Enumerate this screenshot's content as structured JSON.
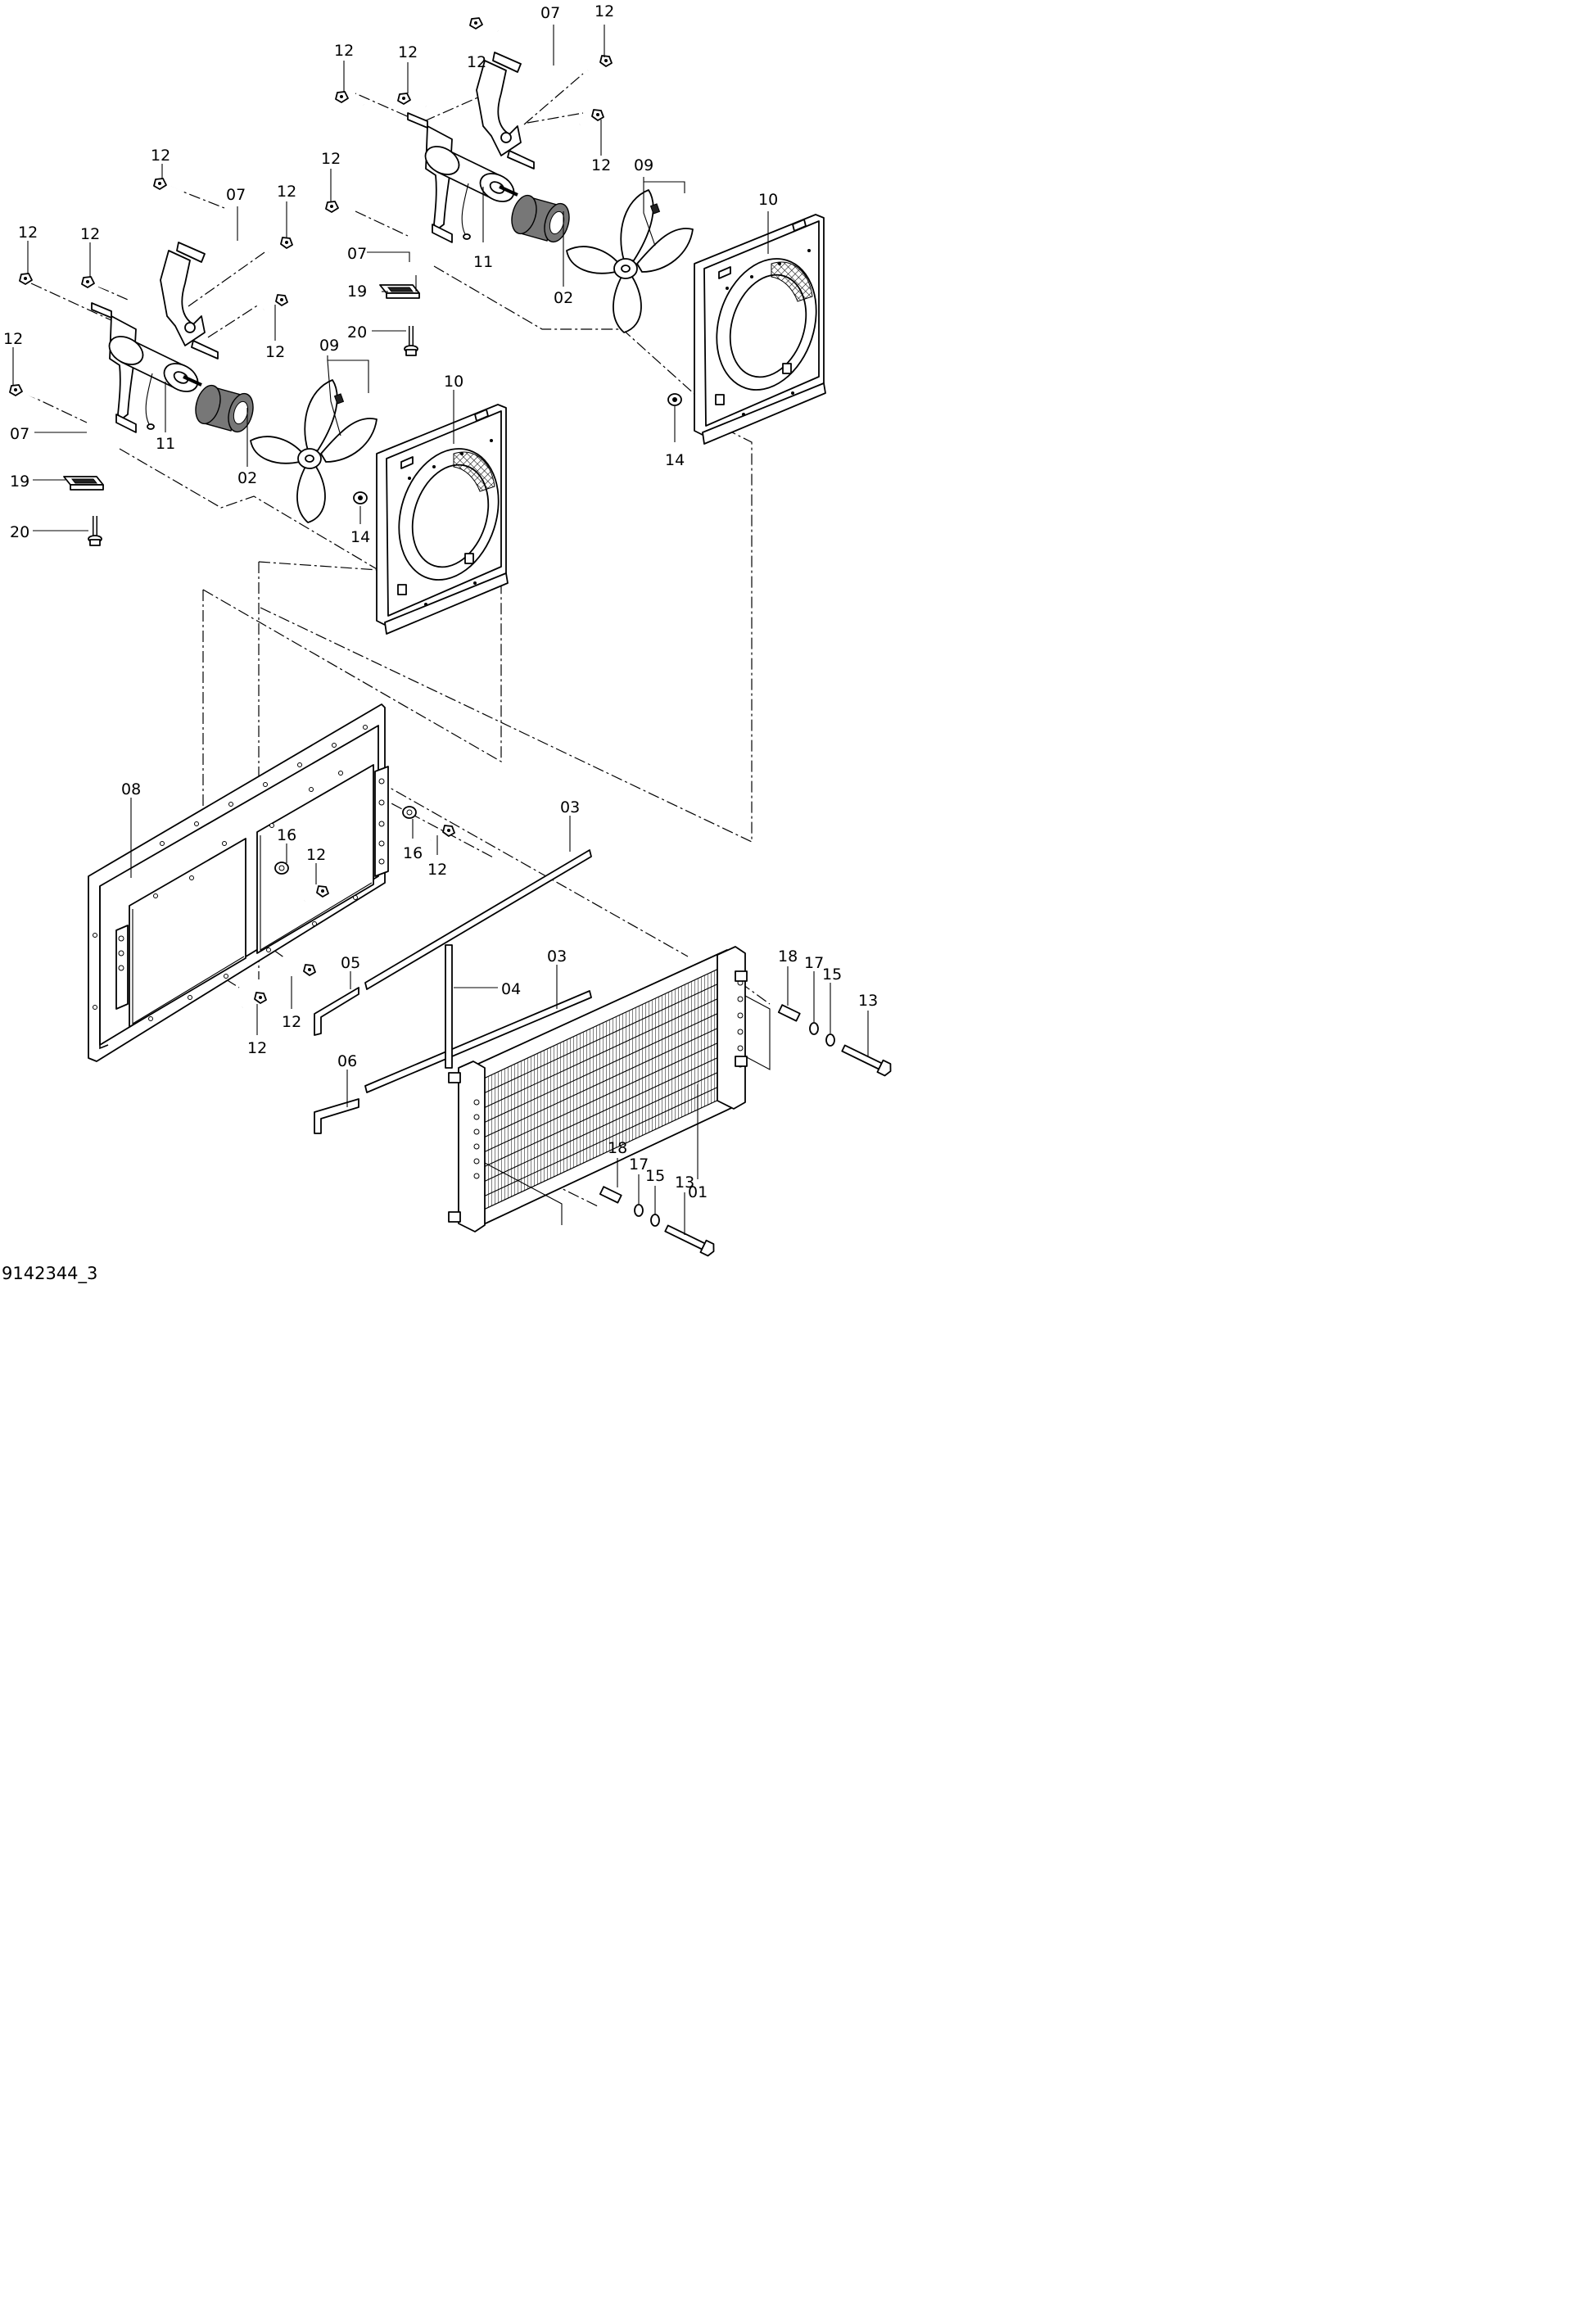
{
  "figure_code": "9142344_3",
  "labels": [
    {
      "id": "07",
      "text": "07"
    },
    {
      "id": "12",
      "text": "12"
    },
    {
      "id": "11",
      "text": "11"
    },
    {
      "id": "02",
      "text": "02"
    },
    {
      "id": "09",
      "text": "09"
    },
    {
      "id": "10",
      "text": "10"
    },
    {
      "id": "19",
      "text": "19"
    },
    {
      "id": "20",
      "text": "20"
    },
    {
      "id": "14",
      "text": "14"
    },
    {
      "id": "08",
      "text": "08"
    },
    {
      "id": "16",
      "text": "16"
    },
    {
      "id": "03",
      "text": "03"
    },
    {
      "id": "04",
      "text": "04"
    },
    {
      "id": "05",
      "text": "05"
    },
    {
      "id": "06",
      "text": "06"
    },
    {
      "id": "01",
      "text": "01"
    },
    {
      "id": "13",
      "text": "13"
    },
    {
      "id": "15",
      "text": "15"
    },
    {
      "id": "17",
      "text": "17"
    },
    {
      "id": "18",
      "text": "18"
    }
  ]
}
